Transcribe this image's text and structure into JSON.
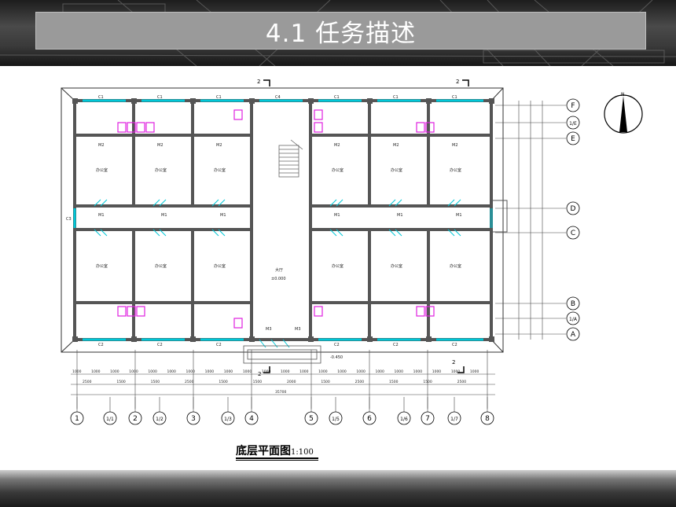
{
  "slide": {
    "title": "4.1  任务描述"
  },
  "plan": {
    "caption": "底层平面图",
    "scale": "1:100",
    "section_label": "2",
    "north": "N",
    "axes_bottom": [
      "1",
      "1/1",
      "2",
      "1/2",
      "3",
      "1/3",
      "4",
      "5",
      "1/5",
      "6",
      "1/6",
      "7",
      "1/7",
      "8"
    ],
    "axes_right": [
      "F",
      "1/E",
      "E",
      "D",
      "C",
      "B",
      "1/A",
      "A"
    ],
    "dims_row1": [
      "1000",
      "1000",
      "1000",
      "1000",
      "1000",
      "1000",
      "1000",
      "1000",
      "1000",
      "1000",
      "1000",
      "1000",
      "1000",
      "1000",
      "1000",
      "1000",
      "1000",
      "1000",
      "1000",
      "1000",
      "1000",
      "1000"
    ],
    "dims_row2": [
      "2500",
      "1500",
      "1500",
      "2500",
      "1500",
      "1500",
      "2000",
      "1500",
      "2500",
      "1500",
      "1500",
      "2500"
    ],
    "dim_total": "35700",
    "room_label": "办公室",
    "hall_label": "大厅",
    "door_labels": [
      "M1",
      "M2",
      "M3"
    ],
    "window_labels": [
      "C1",
      "C2",
      "C3",
      "C4"
    ],
    "elev": "±0.000",
    "elev2": "-0.450"
  }
}
